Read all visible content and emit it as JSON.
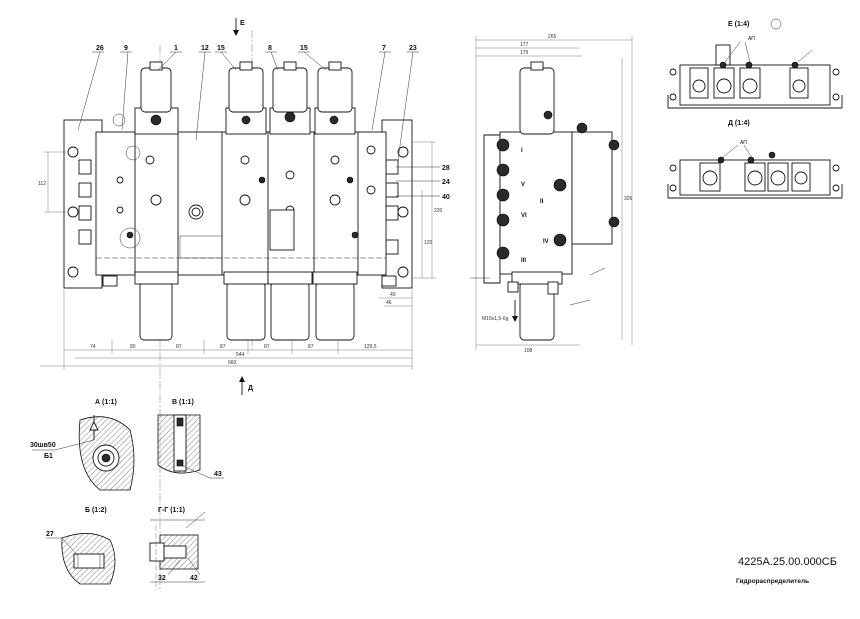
{
  "drawing": {
    "code": "4225A.25.00.000СБ",
    "name": "Гидрораспределитель"
  },
  "views": {
    "section_e": "Е",
    "section_d": "Д",
    "view_e_title": "Е (1:4)",
    "view_d_title": "Д (1:4)",
    "detail_a_title": "А (1:1)",
    "detail_b_title": "Б (1:2)",
    "detail_v_title": "В (1:1)",
    "section_gg_title": "Г-Г (1:1)"
  },
  "callouts": {
    "main_top": [
      "26",
      "9",
      "1",
      "12",
      "15",
      "8",
      "15",
      "7",
      "23"
    ],
    "main_right": [
      "28",
      "24",
      "40"
    ],
    "detail_a": "30шв50",
    "detail_a_sub": "Б1",
    "detail_v": "43",
    "detail_b": "27",
    "section_gg": [
      "32",
      "42"
    ],
    "view_tag": "АП"
  },
  "dimensions": {
    "bottom_chain": [
      "74",
      "80",
      "87",
      "87",
      "87",
      "87",
      "129,5"
    ],
    "overall_inner": "544",
    "overall": "660",
    "side_top": [
      "265",
      "177",
      "179"
    ],
    "side_bottom": "108",
    "side_height": "326",
    "right_small": [
      "40",
      "46"
    ],
    "left_height": "112",
    "right_vertical": [
      "220",
      "120"
    ],
    "thread": "М16х1,5-6g"
  },
  "romans": [
    "I",
    "II",
    "III",
    "IV",
    "V",
    "VI"
  ]
}
